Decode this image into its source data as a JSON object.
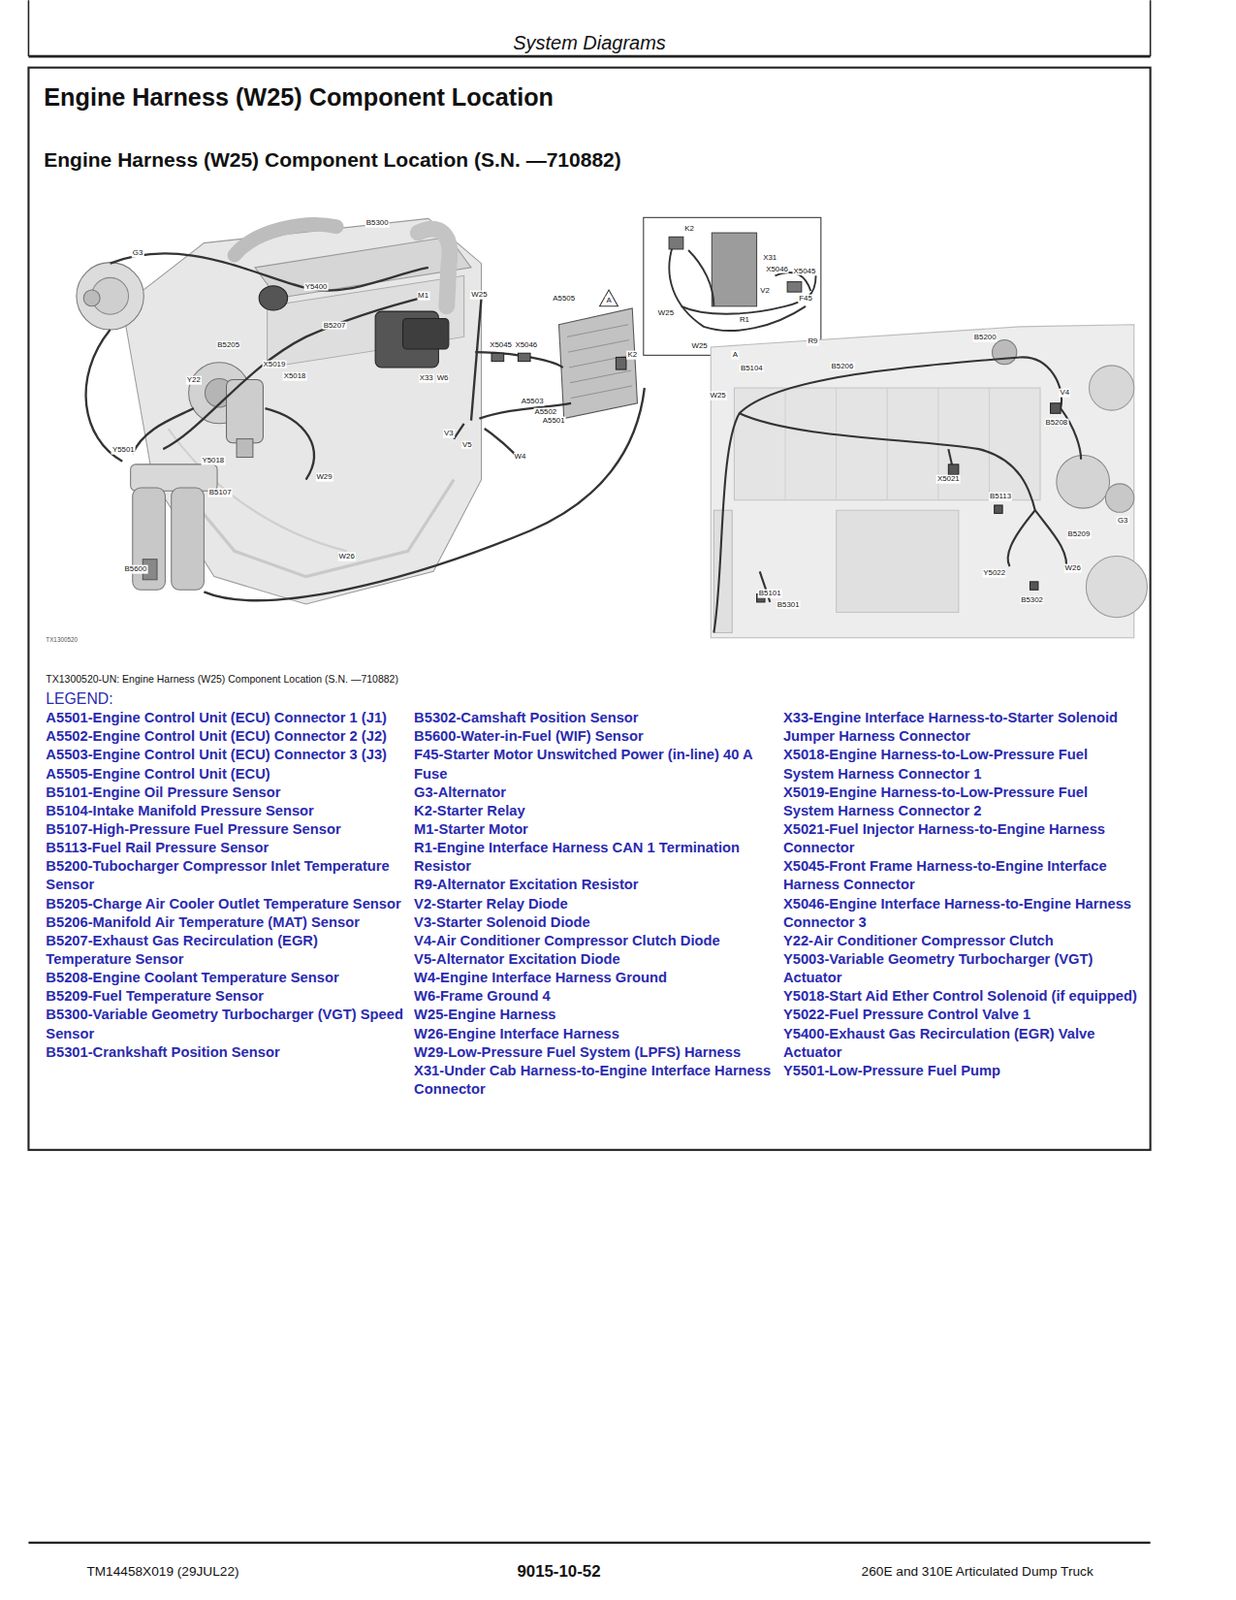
{
  "diagram": {
    "title": "Engine Harness (W25) Component Location",
    "caption": "TX1300520-UN: Engine Harness (W25) Component Location (S.N. —710882)",
    "labels": [
      "System Diagrams",
      "Engine Harness (W25) Component Location (S.N. —710882)",
      "B5300",
      "G3",
      "Y5400",
      "M1",
      "W25",
      "A5505",
      "A",
      "B5207",
      "B5205",
      "X5045",
      "X5046",
      "X5019",
      "X5018",
      "X33",
      "W6",
      "Y22",
      "A5503",
      "A5502",
      "A5501",
      "K2",
      "V3",
      "V5",
      "Y5501",
      "W4",
      "Y5018",
      "W29",
      "B5107",
      "W26",
      "B5600",
      "K2",
      "X31",
      "X5046",
      "X5045",
      "V2",
      "F45",
      "W25",
      "R1",
      "R9",
      "W25",
      "A",
      "B5200",
      "B5206",
      "B5104",
      "V4",
      "W25",
      "B5208",
      "X5021",
      "B5113",
      "G3",
      "B5209",
      "W26",
      "Y5022",
      "B5101",
      "B5302",
      "B5301",
      "TX1300520",
      "LEGEND:",
      "TM14458X019 (29JUL22)",
      "9015-10-52",
      "260E and 310E Articulated Dump Truck"
    ],
    "legend": [
      {
        "text": "A5501-Engine Control Unit (ECU) Connector 1 (J1)"
      },
      {
        "text": "A5502-Engine Control Unit (ECU) Connector 2 (J2)"
      },
      {
        "text": "A5503-Engine Control Unit (ECU) Connector 3 (J3)"
      },
      {
        "text": "A5505-Engine Control Unit (ECU)"
      },
      {
        "text": "B5101-Engine Oil Pressure Sensor"
      },
      {
        "text": "B5104-Intake Manifold Pressure Sensor"
      },
      {
        "text": "B5107-High-Pressure Fuel Pressure Sensor"
      },
      {
        "text": "B5113-Fuel Rail Pressure Sensor"
      },
      {
        "text": "B5200-Tubocharger Compressor Inlet Temperature Sensor"
      },
      {
        "text": "B5205-Charge Air Cooler Outlet Temperature Sensor"
      },
      {
        "text": "B5206-Manifold Air Temperature (MAT) Sensor"
      },
      {
        "text": "B5207-Exhaust Gas Recirculation (EGR) Temperature Sensor"
      },
      {
        "text": "B5208-Engine Coolant Temperature Sensor"
      },
      {
        "text": "B5209-Fuel Temperature Sensor"
      },
      {
        "text": "B5300-Variable Geometry Turbocharger (VGT) Speed Sensor"
      },
      {
        "text": "B5301-Crankshaft Position Sensor"
      },
      {
        "text": "B5302-Camshaft Position Sensor"
      },
      {
        "text": "B5600-Water-in-Fuel (WIF) Sensor"
      },
      {
        "text": "F45-Starter Motor Unswitched Power (in-line) 40 A Fuse"
      },
      {
        "text": "G3-Alternator"
      },
      {
        "text": "K2-Starter Relay"
      },
      {
        "text": "M1-Starter Motor"
      },
      {
        "text": "R1-Engine Interface Harness CAN 1 Termination Resistor"
      },
      {
        "text": "R9-Alternator Excitation Resistor"
      },
      {
        "text": "V2-Starter Relay Diode"
      },
      {
        "text": "V3-Starter Solenoid Diode"
      },
      {
        "text": "V4-Air Conditioner Compressor Clutch Diode"
      },
      {
        "text": "V5-Alternator Excitation Diode"
      },
      {
        "text": "W4-Engine Interface Harness Ground"
      },
      {
        "text": "W6-Frame Ground 4"
      },
      {
        "text": "W25-Engine Harness"
      },
      {
        "text": "W26-Engine Interface Harness"
      },
      {
        "text": "W29-Low-Pressure Fuel System (LPFS) Harness"
      },
      {
        "text": "X31-Under Cab Harness-to-Engine Interface Harness Connector"
      },
      {
        "text": "X33-Engine Interface Harness-to-Starter Solenoid Jumper Harness Connector"
      },
      {
        "text": "X5018-Engine Harness-to-Low-Pressure Fuel System Harness Connector 1"
      },
      {
        "text": "X5019-Engine Harness-to-Low-Pressure Fuel System Harness Connector 2"
      },
      {
        "text": "X5021-Fuel Injector Harness-to-Engine Harness Connector"
      },
      {
        "text": "X5045-Front Frame Harness-to-Engine Interface Harness Connector"
      },
      {
        "text": "X5046-Engine Interface Harness-to-Engine Harness Connector 3"
      },
      {
        "text": "Y22-Air Conditioner Compressor Clutch"
      },
      {
        "text": "Y5003-Variable Geometry Turbocharger (VGT) Actuator"
      },
      {
        "text": "Y5018-Start Aid Ether Control Solenoid (if equipped)"
      },
      {
        "text": "Y5022-Fuel Pressure Control Valve 1"
      },
      {
        "text": "Y5400-Exhaust Gas Recirculation (EGR) Valve Actuator"
      },
      {
        "text": "Y5501-Low-Pressure Fuel Pump"
      }
    ]
  }
}
